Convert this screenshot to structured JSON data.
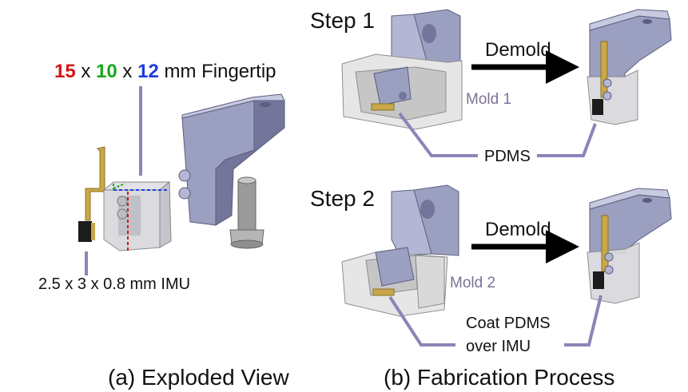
{
  "colors": {
    "part": "#9b9fc0",
    "part_dark": "#73769a",
    "part_light": "#c8cae0",
    "mold": "#e6e6e6",
    "mold_shade": "#c6c6c6",
    "gold": "#c9a84a",
    "imu": "#1c1c1c",
    "leader": "#8a86b8",
    "dim_red": "#d21818",
    "dim_green": "#1aa81a",
    "dim_blue": "#1a3ee0",
    "mold_text": "#7d7296"
  },
  "exploded": {
    "fingertip_dim": {
      "x": "15",
      "sep1": " x ",
      "y": "10",
      "sep2": " x ",
      "z": "12",
      "suffix": " mm Fingertip"
    },
    "imu_label": "2.5 x 3 x 0.8 mm IMU",
    "caption": "(a) Exploded View"
  },
  "fabrication": {
    "step1": {
      "title": "Step 1",
      "arrow_label": "Demold",
      "mold_label": "Mold 1",
      "pdms_label": "PDMS"
    },
    "step2": {
      "title": "Step 2",
      "arrow_label": "Demold",
      "mold_label": "Mold 2",
      "coat_line1": "Coat PDMS",
      "coat_line2": "over IMU"
    },
    "caption": "(b) Fabrication Process"
  }
}
